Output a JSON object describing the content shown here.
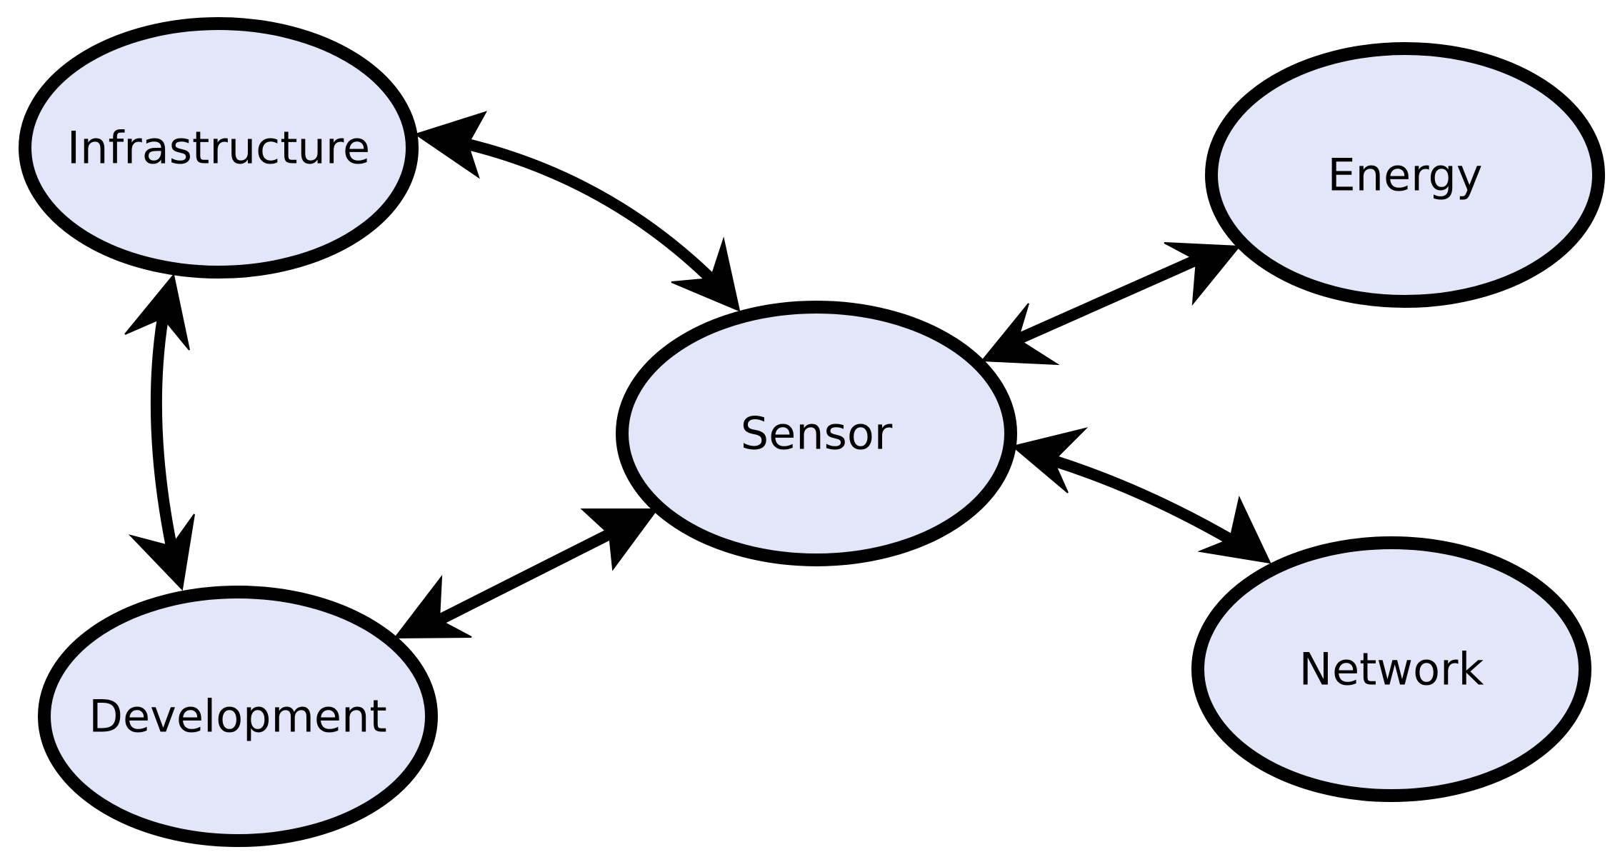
{
  "diagram": {
    "node_fill": "#e3e5f8",
    "stroke_color": "#000000",
    "nodes": [
      {
        "id": "infrastructure",
        "label": "Infrastructure"
      },
      {
        "id": "sensor",
        "label": "Sensor"
      },
      {
        "id": "energy",
        "label": "Energy"
      },
      {
        "id": "network",
        "label": "Network"
      },
      {
        "id": "development",
        "label": "Development"
      }
    ],
    "edges": [
      {
        "from": "infrastructure",
        "to": "sensor",
        "direction": "both"
      },
      {
        "from": "infrastructure",
        "to": "development",
        "direction": "both"
      },
      {
        "from": "sensor",
        "to": "energy",
        "direction": "both"
      },
      {
        "from": "sensor",
        "to": "network",
        "direction": "both"
      },
      {
        "from": "sensor",
        "to": "development",
        "direction": "both"
      }
    ]
  }
}
